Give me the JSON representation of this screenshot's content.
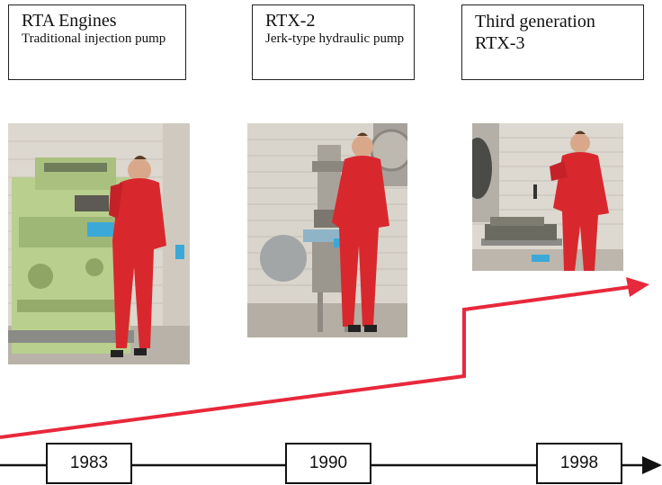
{
  "generations": [
    {
      "title": "RTA Engines",
      "subtitle": "Traditional injection pump"
    },
    {
      "title": "RTX-2",
      "subtitle": "Jerk-type hydraulic pump"
    },
    {
      "title": "Third generation RTX-3",
      "subtitle": ""
    }
  ],
  "timeline": {
    "years": [
      "1983",
      "1990",
      "1998"
    ]
  },
  "colors": {
    "trend_arrow": "#e8283c",
    "timeline_line": "#111111",
    "coverall": "#d8282e",
    "engine_green": "#b8cf8e"
  }
}
